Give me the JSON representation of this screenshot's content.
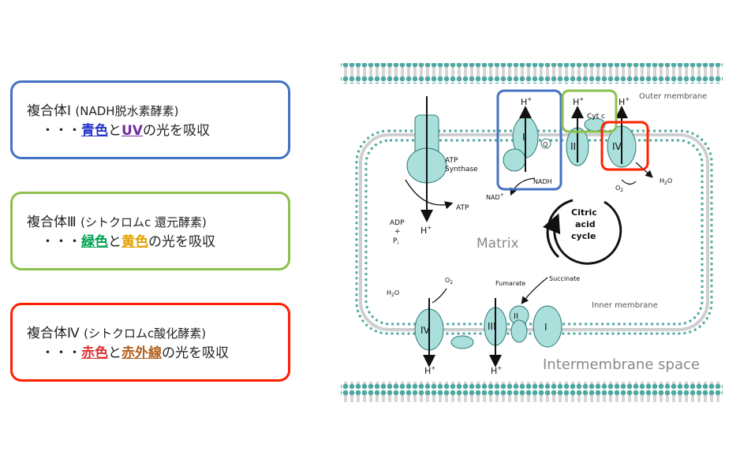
{
  "cards": [
    {
      "complex": "複合体Ⅰ",
      "enzyme": "(NADH脱水素酵素)",
      "lead": "・・・",
      "color1_text": "青色",
      "color1_hex": "#2233cc",
      "joiner": "と",
      "color2_text": "UV",
      "color2_hex": "#7030a0",
      "tail": "の光を吸収",
      "border_hex": "#4472c4"
    },
    {
      "complex": "複合体Ⅲ",
      "enzyme": "(シトクロムc 還元酵素)",
      "lead": "・・・",
      "color1_text": "緑色",
      "color1_hex": "#00a050",
      "joiner": "と",
      "color2_text": "黄色",
      "color2_hex": "#e0a000",
      "tail": "の光を吸収",
      "border_hex": "#8cc04c"
    },
    {
      "complex": "複合体Ⅳ",
      "enzyme": "(シトクロムc酸化酵素)",
      "lead": "・・・",
      "color1_text": "赤色",
      "color1_hex": "#e03030",
      "joiner": "と",
      "color2_text": "赤外線",
      "color2_hex": "#b06020",
      "tail": "の光を吸収",
      "border_hex": "#ff2000"
    }
  ],
  "diagram": {
    "outer_membrane": "Outer membrane",
    "inner_membrane": "Inner membrane",
    "intermembrane_space": "Intermembrane space",
    "matrix": "Matrix",
    "atp_synthase": [
      "ATP",
      "Synthase"
    ],
    "atp": "ATP",
    "adp": "ADP",
    "plus": "+",
    "pi": "P",
    "pi_sub": "i",
    "h": "H",
    "h_sup": "+",
    "nadh": "NADH",
    "nad": "NAD",
    "cyt_c": "Cyt c",
    "q": "Q",
    "o2": "O",
    "o2_sub": "2",
    "h2o": "H",
    "h2o_sub": "2",
    "h2o_end": "O",
    "citric": [
      "Citric",
      "acid",
      "cycle"
    ],
    "fumarate": "Fumarate",
    "succinate": "Succinate",
    "complex_labels": [
      "I",
      "II",
      "III",
      "IV"
    ],
    "membrane_color": "#4fa8a0",
    "protein_color": "#aadfdc",
    "highlight_blue": "#4472c4",
    "highlight_green": "#8cc04c",
    "highlight_red": "#ff2000"
  }
}
